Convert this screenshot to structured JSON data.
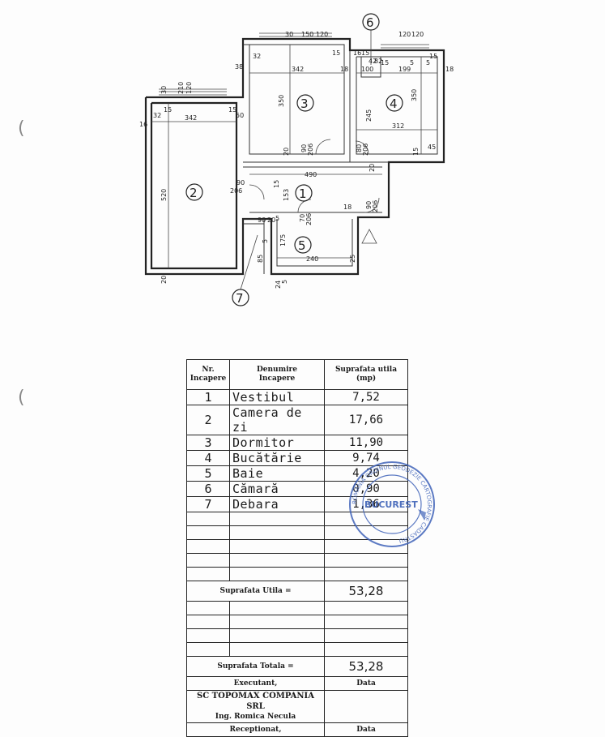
{
  "plan": {
    "room_numbers": [
      "1",
      "2",
      "3",
      "4",
      "5",
      "6",
      "7"
    ],
    "dimensions": [
      "30",
      "150",
      "120",
      "15",
      "16",
      "15",
      "120",
      "120",
      "342",
      "18",
      "15",
      "38",
      "32",
      "15",
      "100",
      "199",
      "18",
      "350",
      "42",
      "82",
      "5",
      "5",
      "30",
      "210",
      "120",
      "32",
      "15",
      "15",
      "50",
      "16",
      "342",
      "245",
      "350",
      "312",
      "520",
      "20",
      "90",
      "206",
      "80",
      "206",
      "20",
      "45",
      "15",
      "490",
      "90",
      "206",
      "15",
      "153",
      "90",
      "206",
      "18",
      "70",
      "206",
      "90",
      "5",
      "175",
      "240",
      "85",
      "20",
      "24",
      "5",
      "25",
      "5",
      "20"
    ]
  },
  "table": {
    "headers": {
      "nr": "Nr.\nIncapere",
      "name": "Denumire\nIncapere",
      "area": "Suprafata utila\n(mp)"
    },
    "rows": [
      {
        "nr": "1",
        "name": "Vestibul",
        "area": "7,52"
      },
      {
        "nr": "2",
        "name": "Camera de zi",
        "area": "17,66"
      },
      {
        "nr": "3",
        "name": "Dormitor",
        "area": "11,90"
      },
      {
        "nr": "4",
        "name": "Bucătărie",
        "area": "9,74"
      },
      {
        "nr": "5",
        "name": "Baie",
        "area": "4,20"
      },
      {
        "nr": "6",
        "name": "Cămară",
        "area": "0,90"
      },
      {
        "nr": "7",
        "name": "Debara",
        "area": "1,36"
      }
    ],
    "util_label": "Suprafata Utila =",
    "util_value": "53,28",
    "total_label": "Suprafata Totala =",
    "total_value": "53,28",
    "executant_label": "Executant,",
    "data_label": "Data",
    "company": "SC TOPOMAX COMPANIA SRL",
    "engineer": "Ing. Romica Necula",
    "receptionat_label": "Receptionat,"
  },
  "stamp": {
    "center_text": "BUCUREST",
    "ring_text": "ROMANIA ORDINUL GEODEZIE CARTOGRAFIE CADASTRU"
  },
  "colors": {
    "ink": "#222222",
    "stamp": "#3f63b8"
  }
}
